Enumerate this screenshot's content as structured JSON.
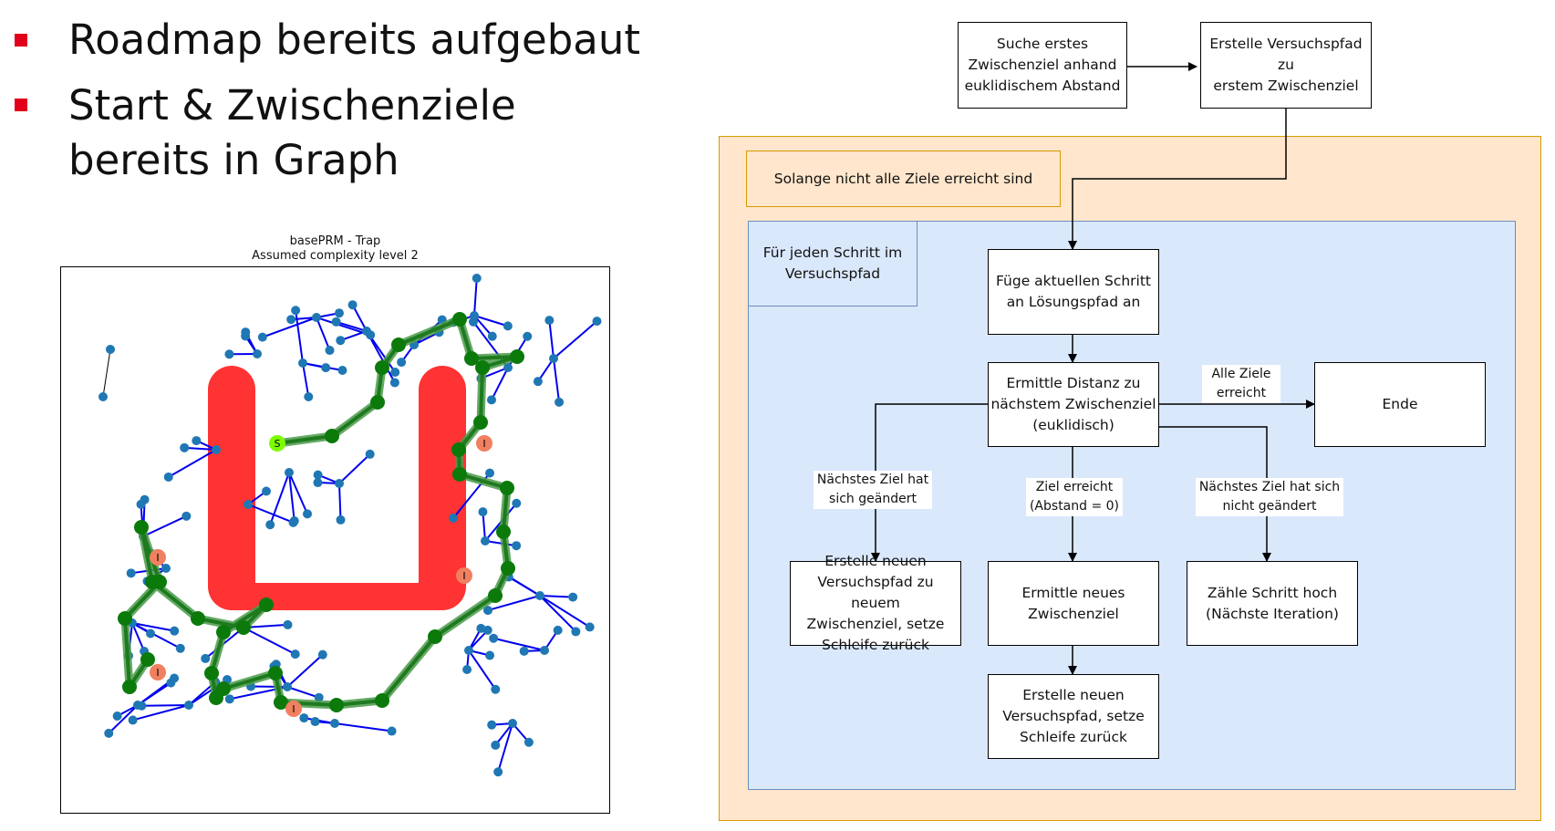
{
  "slide": {
    "bullets": [
      {
        "lines": [
          "Roadmap bereits aufgebaut"
        ]
      },
      {
        "lines": [
          "Start & Zwischenziele",
          "bereits in Graph"
        ]
      }
    ],
    "bullet_color": "#e2001a"
  },
  "plot": {
    "title_line1": "basePRM - Trap",
    "title_line2": "Assumed complexity level 2",
    "start_marker_label": "S",
    "interim_marker_label": "I",
    "colors": {
      "obstacle": "#ff3333",
      "roadmap_node": "#1f77b4",
      "roadmap_edge": "#0000ee",
      "solution_path": "#1f7a1f",
      "start_node": "#7cfc00",
      "interim_node": "#f08060"
    }
  },
  "flowchart": {
    "box_find_first": "Suche erstes\nZwischenziel anhand\neuklidischem Abstand",
    "box_create_path": "Erstelle Versuchspfad zu\nerstem Zwischenziel",
    "loop_label": "Solange nicht alle Ziele erreicht sind",
    "step_label": "Für jeden Schritt im\nVersuchspfad",
    "box_append_step": "Füge aktuellen Schritt\nan Lösungspfad an",
    "box_distance": "Ermittle Distanz zu\nnächstem Zwischenziel\n(euklidisch)",
    "box_end": "Ende",
    "box_new_path_new_goal": "Erstelle neuen\nVersuchspfad zu neuem\nZwischenziel, setze\nSchleife zurück",
    "box_new_goal": "Ermittle neues\nZwischenziel",
    "box_count_step": "Zähle Schritt hoch\n(Nächste Iteration)",
    "box_new_path_reset": "Erstelle neuen\nVersuchspfad, setze\nSchleife zurück",
    "label_all_goals": "Alle Ziele\nerreicht",
    "label_goal_changed": "Nächstes Ziel hat\nsich geändert",
    "label_goal_reached": "Ziel erreicht\n(Abstand = 0)",
    "label_goal_unchanged": "Nächstes Ziel hat sich\nnicht geändert",
    "colors": {
      "outer_fill": "#ffe6cc",
      "outer_border": "#d79b00",
      "inner_fill": "#dae8fc",
      "inner_border": "#6c8ebf"
    }
  }
}
